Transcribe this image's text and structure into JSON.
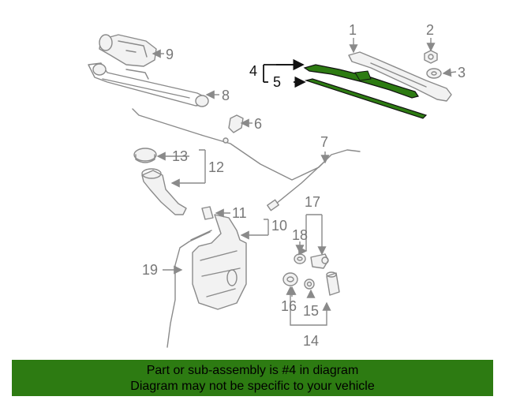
{
  "diagram": {
    "callouts": [
      "1",
      "2",
      "3",
      "4",
      "5",
      "6",
      "7",
      "8",
      "9",
      "10",
      "11",
      "12",
      "13",
      "14",
      "15",
      "16",
      "17",
      "18",
      "19"
    ],
    "highlight_color": "#2d7b12"
  },
  "banner": {
    "line1": "Part or sub-assembly is #4 in diagram",
    "line2": "Diagram may not be specific to your vehicle",
    "background": "#2d7b12"
  }
}
